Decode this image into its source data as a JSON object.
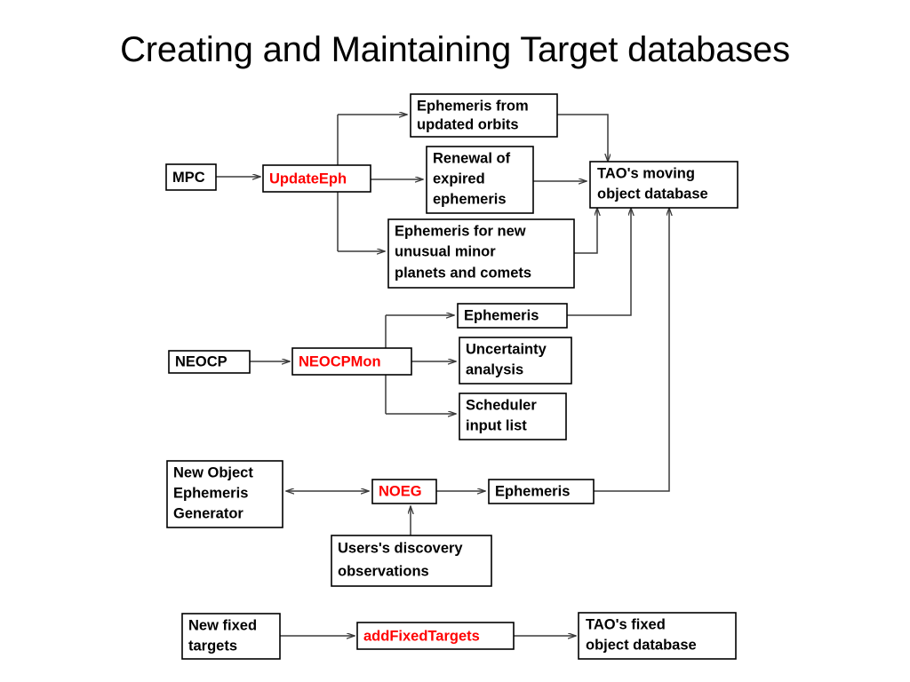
{
  "slide": {
    "title": "Creating and Maintaining Target databases",
    "background_color": "#ffffff",
    "text_color": "#000000",
    "accent_color": "#ff0000"
  },
  "nodes": {
    "mpc": {
      "lines": [
        "MPC"
      ],
      "color": "#000000"
    },
    "update_eph": {
      "lines": [
        "UpdateEph"
      ],
      "color": "#ff0000"
    },
    "eph_updated_orbits": {
      "lines": [
        "Ephemeris from",
        "updated orbits"
      ],
      "color": "#000000"
    },
    "renewal_expired": {
      "lines": [
        "Renewal of",
        "expired",
        "ephemeris"
      ],
      "color": "#000000"
    },
    "eph_new_unusual": {
      "lines": [
        "Ephemeris for new",
        "unusual minor",
        "planets and comets"
      ],
      "color": "#000000"
    },
    "tao_moving_db": {
      "lines": [
        "TAO's moving",
        "object database"
      ],
      "color": "#000000"
    },
    "neocp": {
      "lines": [
        "NEOCP"
      ],
      "color": "#000000"
    },
    "neocpmon": {
      "lines": [
        "NEOCPMon"
      ],
      "color": "#ff0000"
    },
    "ephemeris_neocp": {
      "lines": [
        "Ephemeris"
      ],
      "color": "#000000"
    },
    "uncertainty": {
      "lines": [
        "Uncertainty",
        "analysis"
      ],
      "color": "#000000"
    },
    "scheduler": {
      "lines": [
        "Scheduler",
        "input list"
      ],
      "color": "#000000"
    },
    "noeg_generator": {
      "lines": [
        "New Object",
        "Ephemeris",
        "Generator"
      ],
      "color": "#000000"
    },
    "noeg": {
      "lines": [
        "NOEG"
      ],
      "color": "#ff0000"
    },
    "ephemeris_noeg": {
      "lines": [
        "Ephemeris"
      ],
      "color": "#000000"
    },
    "user_obs": {
      "lines": [
        "Users's discovery",
        "observations"
      ],
      "color": "#000000"
    },
    "new_fixed_targets": {
      "lines": [
        "New fixed",
        "targets"
      ],
      "color": "#000000"
    },
    "add_fixed_targets": {
      "lines": [
        "addFixedTargets"
      ],
      "color": "#ff0000"
    },
    "tao_fixed_db": {
      "lines": [
        "TAO's fixed",
        "object database"
      ],
      "color": "#000000"
    }
  },
  "edges": [
    {
      "name": "mpc-to-updateeph",
      "from": "mpc",
      "to": "update_eph"
    },
    {
      "name": "updateeph-to-eph-updated-orbits",
      "from": "update_eph",
      "to": "eph_updated_orbits"
    },
    {
      "name": "updateeph-to-renewal-expired",
      "from": "update_eph",
      "to": "renewal_expired"
    },
    {
      "name": "updateeph-to-eph-new-unusual",
      "from": "update_eph",
      "to": "eph_new_unusual"
    },
    {
      "name": "eph-updated-orbits-to-tao-moving-db",
      "from": "eph_updated_orbits",
      "to": "tao_moving_db"
    },
    {
      "name": "renewal-expired-to-tao-moving-db",
      "from": "renewal_expired",
      "to": "tao_moving_db"
    },
    {
      "name": "eph-new-unusual-to-tao-moving-db",
      "from": "eph_new_unusual",
      "to": "tao_moving_db"
    },
    {
      "name": "neocp-to-neocpmon",
      "from": "neocp",
      "to": "neocpmon"
    },
    {
      "name": "neocpmon-to-ephemeris",
      "from": "neocpmon",
      "to": "ephemeris_neocp"
    },
    {
      "name": "neocpmon-to-uncertainty",
      "from": "neocpmon",
      "to": "uncertainty"
    },
    {
      "name": "neocpmon-to-scheduler",
      "from": "neocpmon",
      "to": "scheduler"
    },
    {
      "name": "ephemeris-neocp-to-tao-moving-db",
      "from": "ephemeris_neocp",
      "to": "tao_moving_db"
    },
    {
      "name": "noeg-generator-to-noeg",
      "from": "noeg_generator",
      "to": "noeg",
      "bidirectional": true
    },
    {
      "name": "noeg-to-ephemeris",
      "from": "noeg",
      "to": "ephemeris_noeg"
    },
    {
      "name": "user-obs-to-noeg",
      "from": "user_obs",
      "to": "noeg"
    },
    {
      "name": "ephemeris-noeg-to-tao-moving-db",
      "from": "ephemeris_noeg",
      "to": "tao_moving_db"
    },
    {
      "name": "new-fixed-targets-to-addfixedtargets",
      "from": "new_fixed_targets",
      "to": "add_fixed_targets"
    },
    {
      "name": "addfixedtargets-to-tao-fixed-db",
      "from": "add_fixed_targets",
      "to": "tao_fixed_db"
    }
  ]
}
